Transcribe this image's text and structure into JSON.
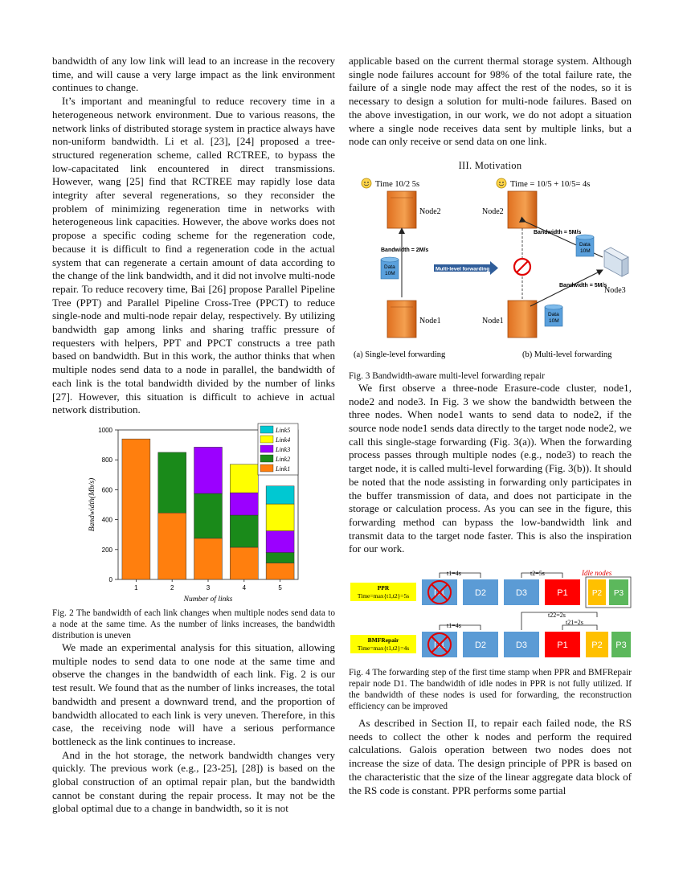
{
  "left_column": {
    "para1": "bandwidth of any low link will lead to an increase in the recovery time, and will cause a very large impact as the link environment continues to change.",
    "para2": "It’s important and meaningful to reduce recovery time in a heterogeneous network environment. Due to various reasons, the network links of distributed storage system in practice always have non-uniform bandwidth. Li et al. [23], [24] proposed a tree-structured regeneration scheme, called RCTREE, to bypass the low-capacitated link encountered in direct transmissions. However, wang [25] find that RCTREE may rapidly lose data integrity after several regenerations, so they reconsider the problem of minimizing regeneration time in networks with heterogeneous link capacities. However, the above works does not propose a specific coding scheme for the regeneration code, because it is difficult to find a regeneration code in the actual system that can regenerate a certain amount of data according to the change of the link bandwidth, and it did not involve multi-node repair. To reduce recovery time, Bai [26] propose Parallel Pipeline Tree (PPT) and Parallel Pipeline Cross-Tree (PPCT) to reduce single-node and multi-node repair delay, respectively. By utilizing bandwidth gap among links and sharing traffic pressure of requesters with helpers, PPT and PPCT constructs a tree path based on bandwidth. But in this work, the author thinks that when multiple nodes send data to a node in parallel, the bandwidth of each link is the total bandwidth divided by the number of links [27]. However, this situation is difficult to achieve in actual network distribution.",
    "fig2_caption": "Fig. 2 The bandwidth of each link changes when multiple nodes send data to a node at the same time. As the number of links increases, the bandwidth distribution is uneven",
    "para3": "We made an experimental analysis for this situation, allowing multiple nodes to send data to one node at the same time and observe the changes in the bandwidth of each link. Fig. 2 is our test result. We found that as the number of links increases, the total bandwidth and present a downward trend, and the proportion of bandwidth allocated to each link is very uneven. Therefore, in this case, the receiving node will have a serious performance bottleneck as the link continues to increase.",
    "para4": "And in the hot storage, the network bandwidth changes very quickly. The previous work (e.g., [23-25], [28]) is based on the global construction of an optimal repair plan, but the bandwidth cannot be constant during the repair process. It may not be the global optimal due to a change in bandwidth, so it is not"
  },
  "right_column": {
    "para1": "applicable based on the current thermal storage system. Although single node failures account for 98% of the total failure rate, the failure of a single node may affect the rest of the nodes, so it is necessary to design a solution for multi-node failures. Based on the above investigation, in our work, we do not adopt a situation where a single node receives data sent by multiple links, but a node can only receive or send data on one link.",
    "section_heading": "III.   Motivation",
    "fig3_caption": "Fig. 3 Bandwidth-aware multi-level forwarding repair",
    "para2": "We first observe a three-node Erasure-code cluster, node1, node2 and node3. In Fig. 3 we show the bandwidth between the three nodes. When node1 wants to send data to node2, if the source node node1 sends data directly to the target node node2, we call this single-stage forwarding (Fig. 3(a)). When the forwarding process passes through multiple nodes (e.g., node3) to reach the target node, it is called multi-level forwarding (Fig. 3(b)). It should be noted that the node assisting in forwarding only participates in the buffer transmission of data, and does not participate in the storage or calculation process. As you can see in the figure, this forwarding method can bypass the low-bandwidth link and transmit data to the target node faster. This is also the inspiration for our work.",
    "fig4_caption": "Fig. 4 The forwarding step of the first time stamp when PPR and BMFRepair repair node D1. The bandwidth of idle nodes in PPR is not fully utilized. If the bandwidth of these nodes is used for forwarding, the reconstruction efficiency can be improved",
    "para3": "As described in Section II, to repair each failed node, the RS needs to collect the other k nodes and perform the required calculations. Galois operation between two nodes does not increase the size of data. The design principle of PPR is based on the characteristic that the size of the linear aggregate data block of the RS code is constant. PPR performs some partial"
  },
  "fig3": {
    "time_a": "Time   10/2   5s",
    "time_b": "Time = 10/5 + 10/5= 4s",
    "node1": "Node1",
    "node2": "Node2",
    "node3": "Node3",
    "bw_a": "Bandwidth = 2M/s",
    "bw_b1": "Bandwidth = 5M/s",
    "bw_b2": "Bandwidth = 5M/s",
    "data_label": "Data",
    "data_size": "10M",
    "arrow_label": "Multi-level forwarding",
    "sub_a": "(a) Single-level forwarding",
    "sub_b": "(b) Multi-level forwarding"
  },
  "fig4": {
    "ppr_label": "PPR",
    "ppr_time": "Time=max{t1,t2}=5s",
    "bmf_label": "BMFRepair",
    "bmf_time": "Time=max{t1,t2}=4s",
    "idle_label": "Idle nodes",
    "t1_top": "t1=4s",
    "t2_top": "t2=5s",
    "t1_bot": "t1=4s",
    "t22_bot": "t22=2s",
    "t21_bot": "t21=2s",
    "blocks": [
      "D1",
      "D2",
      "D3",
      "P1",
      "P2",
      "P3"
    ],
    "colors": {
      "blue": "#5b9bd5",
      "red": "#ff0000",
      "yellow": "#ffc000",
      "green": "#5cb85c",
      "label_bg": "#ffff00"
    }
  },
  "chart_data": {
    "type": "bar",
    "stacked": true,
    "categories": [
      "1",
      "2",
      "3",
      "4",
      "5"
    ],
    "series": [
      {
        "name": "Link1",
        "color": "#ff7f0e",
        "values": [
          940,
          445,
          275,
          215,
          110
        ]
      },
      {
        "name": "Link2",
        "color": "#1a8a1a",
        "values": [
          0,
          405,
          300,
          215,
          70
        ]
      },
      {
        "name": "Link3",
        "color": "#9b00ff",
        "values": [
          0,
          0,
          310,
          150,
          145
        ]
      },
      {
        "name": "Link4",
        "color": "#ffff00",
        "values": [
          0,
          0,
          0,
          190,
          180
        ]
      },
      {
        "name": "Link5",
        "color": "#00c8d2",
        "values": [
          0,
          0,
          0,
          0,
          120
        ]
      }
    ],
    "xlabel": "Number of links",
    "ylabel": "Bandwidth(Mb/s)",
    "ylim": [
      0,
      1000
    ],
    "yticks": [
      0,
      200,
      400,
      600,
      800,
      1000
    ],
    "legend": "top-right"
  }
}
